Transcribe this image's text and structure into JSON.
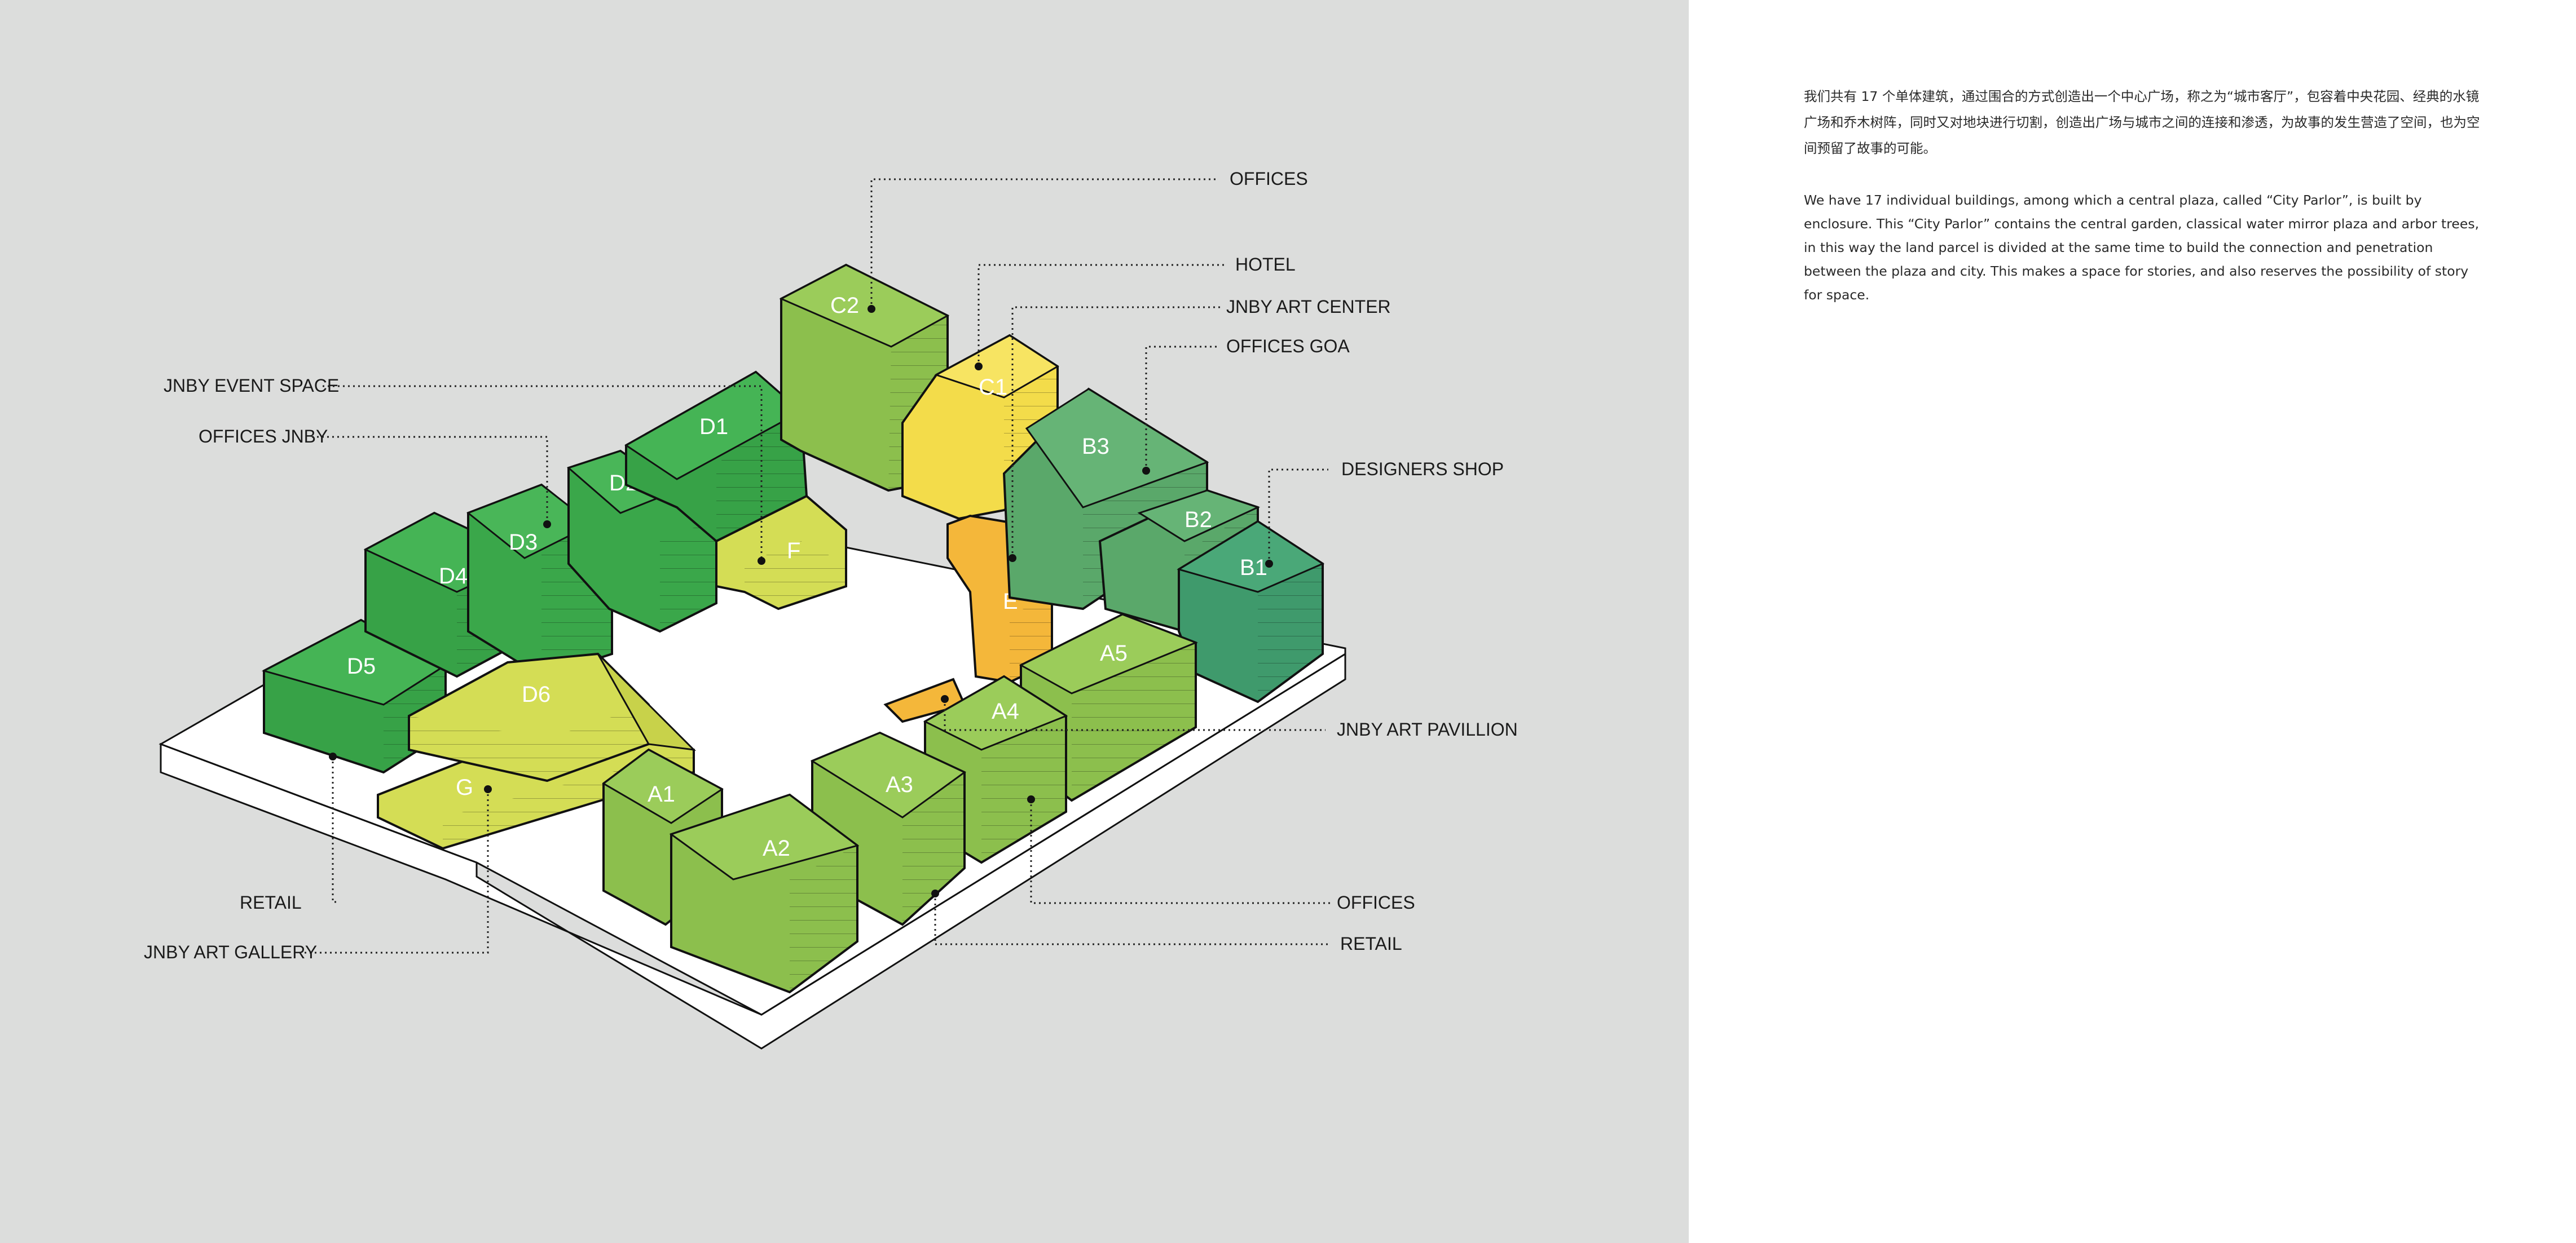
{
  "description": {
    "chinese": "我们共有 17 个单体建筑，通过围合的方式创造出一个中心广场，称之为“城市客厅”，包容着中央花园、经典的水镜广场和乔木树阵，同时又对地块进行切割，创造出广场与城市之间的连接和渗透，为故事的发生营造了空间，也为空间预留了故事的可能。",
    "english": "We have 17 individual buildings, among which a central plaza, called “City Parlor”, is built by enclosure. This “City Parlor” contains the central garden, classical water mirror plaza and arbor trees, in this way the land parcel is divided at the same time to build the connection and penetration between the plaza and city. This makes a space for stories, and also reserves the possibility of story for space."
  },
  "buildings": {
    "a1": "A1",
    "a2": "A2",
    "a3": "A3",
    "a4": "A4",
    "a5": "A5",
    "b1": "B1",
    "b2": "B2",
    "b3": "B3",
    "c1": "C1",
    "c2": "C2",
    "d1": "D1",
    "d2": "D2",
    "d3": "D3",
    "d4": "D4",
    "d5": "D5",
    "d6": "D6",
    "e": "E",
    "f": "F",
    "g": "G"
  },
  "callouts": {
    "offices_top": "OFFICES",
    "hotel": "HOTEL",
    "jnby_art_center": "JNBY ART CENTER",
    "offices_goa": "OFFICES GOA",
    "designers_shop": "DESIGNERS SHOP",
    "jnby_event_space": "JNBY EVENT SPACE",
    "offices_jnby": "OFFICES JNBY",
    "jnby_art_pavillion": "JNBY ART PAVILLION",
    "offices_bottom": "OFFICES",
    "retail_right": "RETAIL",
    "retail_left": "RETAIL",
    "jnby_art_gallery": "JNBY ART GALLERY"
  },
  "colors": {
    "panel_background": "#dcdddc",
    "page_background": "#ffffff",
    "site_base": "#ffffff",
    "green_dark": "#2f9a47",
    "green_light": "#8cbf4d",
    "teal_green": "#3f9a6c",
    "lime_yellow": "#d4dd55",
    "yellow": "#f3dc4a",
    "orange": "#f4b73a"
  }
}
